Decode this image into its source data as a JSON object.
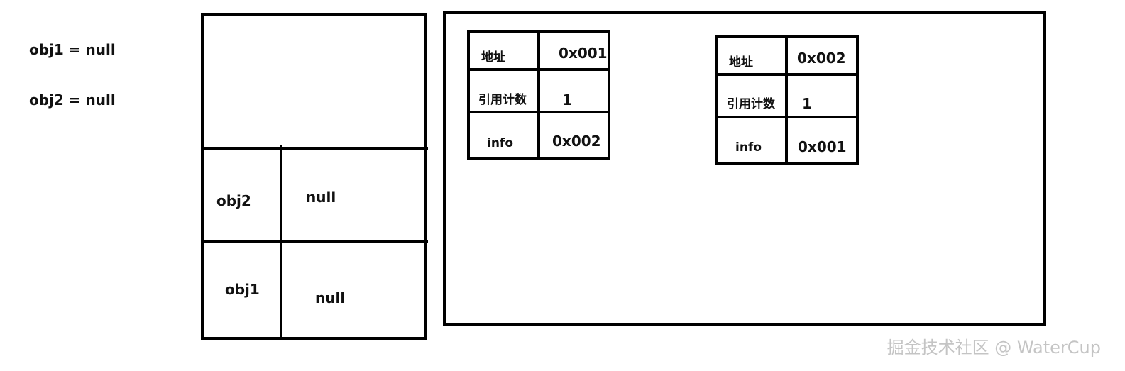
{
  "statements": [
    "obj1 = null",
    "obj2 = null"
  ],
  "stack": {
    "rows": [
      {
        "name": "obj2",
        "value": "null"
      },
      {
        "name": "obj1",
        "value": "null"
      }
    ]
  },
  "heap": {
    "objects": [
      {
        "rows": [
          {
            "key": "地址",
            "value": "0x001"
          },
          {
            "key": "引用计数",
            "value": "1"
          },
          {
            "key": "info",
            "value": "0x002"
          }
        ]
      },
      {
        "rows": [
          {
            "key": "地址",
            "value": "0x002"
          },
          {
            "key": "引用计数",
            "value": "1"
          },
          {
            "key": "info",
            "value": "0x001"
          }
        ]
      }
    ]
  },
  "watermark": "掘金技术社区 @ WaterCup"
}
